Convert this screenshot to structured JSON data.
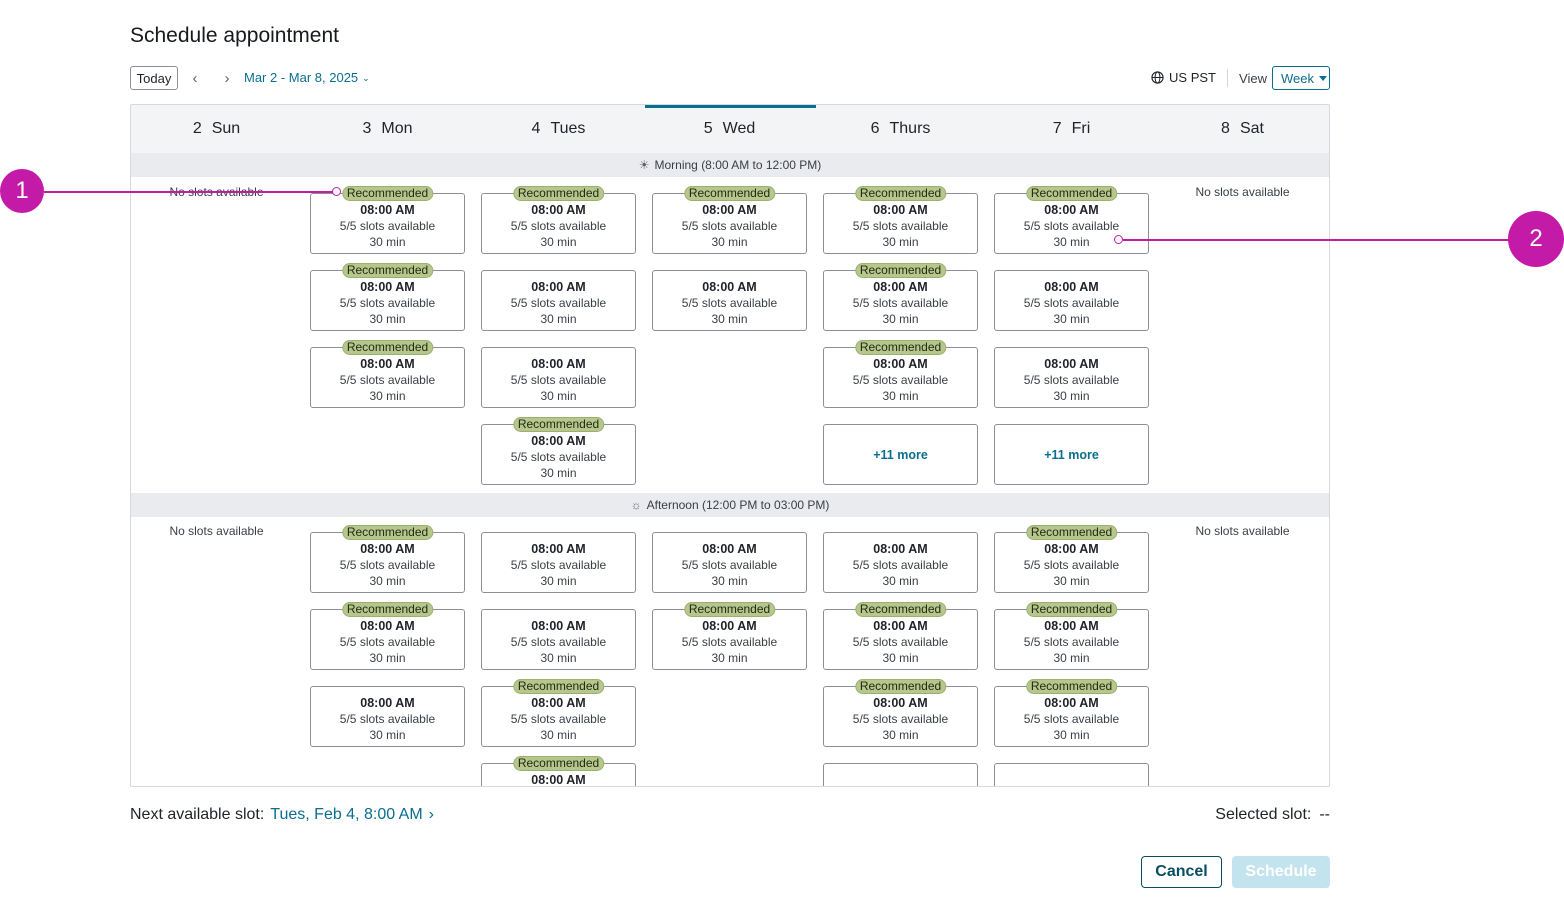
{
  "title": "Schedule appointment",
  "toolbar": {
    "today_label": "Today",
    "prev_icon": "‹",
    "next_icon": "›",
    "date_range": "Mar 2 - Mar 8, 2025",
    "timezone": "US PST",
    "view_label": "View",
    "view_value": "Week"
  },
  "days": [
    {
      "num": "2",
      "name": "Sun"
    },
    {
      "num": "3",
      "name": "Mon"
    },
    {
      "num": "4",
      "name": "Tues"
    },
    {
      "num": "5",
      "name": "Wed"
    },
    {
      "num": "6",
      "name": "Thurs"
    },
    {
      "num": "7",
      "name": "Fri"
    },
    {
      "num": "8",
      "name": "Sat"
    }
  ],
  "active_day_index": 3,
  "sections": {
    "morning": "Morning (8:00 AM to 12:00 PM)",
    "afternoon": "Afternoon (12:00 PM to 03:00 PM)"
  },
  "no_slots_text": "No slots available",
  "recommended_label": "Recommended",
  "slot": {
    "time": "08:00 AM",
    "availability": "5/5 slots available",
    "duration": "30 min"
  },
  "more_label": "+11 more",
  "footer": {
    "next_label": "Next available slot:",
    "next_value": "Tues, Feb 4, 8:00 AM",
    "selected_label": "Selected slot:",
    "selected_value": "--"
  },
  "buttons": {
    "cancel": "Cancel",
    "schedule": "Schedule"
  },
  "callouts": [
    "1",
    "2"
  ],
  "colors": {
    "accent": "#0a6e8f",
    "recommended": "#b6c78e",
    "callout": "#c41aa8"
  }
}
